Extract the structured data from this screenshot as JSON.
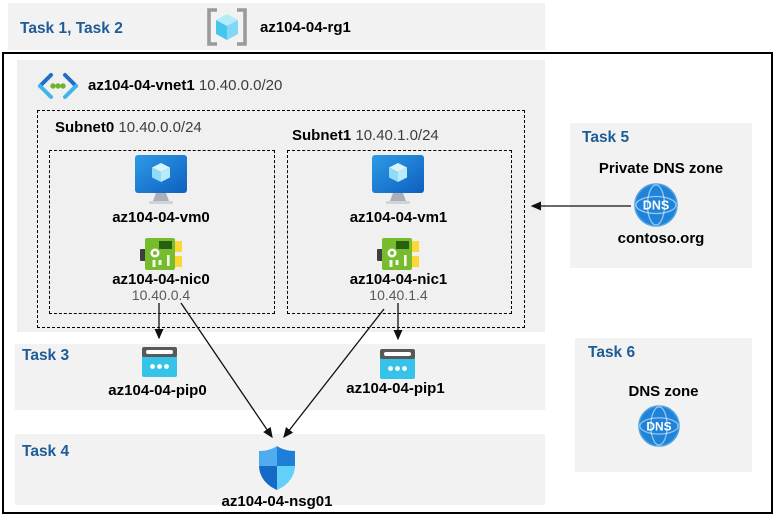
{
  "diagram": {
    "title_band": {
      "task_label": "Task 1, Task 2",
      "resource_group": "az104-04-rg1"
    },
    "vnet": {
      "name": "az104-04-vnet1",
      "cidr": "10.40.0.0/20"
    },
    "subnets": [
      {
        "name": "Subnet0",
        "cidr": "10.40.0.0/24",
        "vm": "az104-04-vm0",
        "nic": "az104-04-nic0",
        "ip": "10.40.0.4"
      },
      {
        "name": "Subnet1",
        "cidr": "10.40.1.0/24",
        "vm": "az104-04-vm1",
        "nic": "az104-04-nic1",
        "ip": "10.40.1.4"
      }
    ],
    "task3": {
      "label": "Task 3",
      "pip0": "az104-04-pip0",
      "pip1": "az104-04-pip1"
    },
    "task4": {
      "label": "Task 4",
      "nsg": "az104-04-nsg01"
    },
    "task5": {
      "label": "Task 5",
      "title": "Private DNS zone",
      "zone_name": "contoso.org",
      "icon_text": "DNS"
    },
    "task6": {
      "label": "Task 6",
      "title": "DNS zone",
      "icon_text": "DNS"
    }
  },
  "icons": {
    "resource-group-icon": "gray-brackets-with-cyan-cube",
    "vnet-icon": "blue-chevrons-with-green-dots",
    "vm-icon": "blue-monitor-with-cube",
    "nic-icon": "green-network-card",
    "public-ip-icon": "cyan-browser-with-dots",
    "nsg-icon": "blue-quadrant-shield",
    "dns-icon": "blue-globe-dns"
  },
  "colors": {
    "band_bg": "#f2f2f2",
    "panel_bg": "#f0f0f0",
    "task_label_blue": "#1d5c96",
    "ip_gray": "#595959",
    "vm_blue": "#0e5fc0",
    "nic_green": "#76bc2d",
    "pip_cyan": "#35c3ea",
    "dns_blue": "#1f83d9",
    "shield_blue": "#1d7fd8",
    "arrow_black": "#111111"
  }
}
